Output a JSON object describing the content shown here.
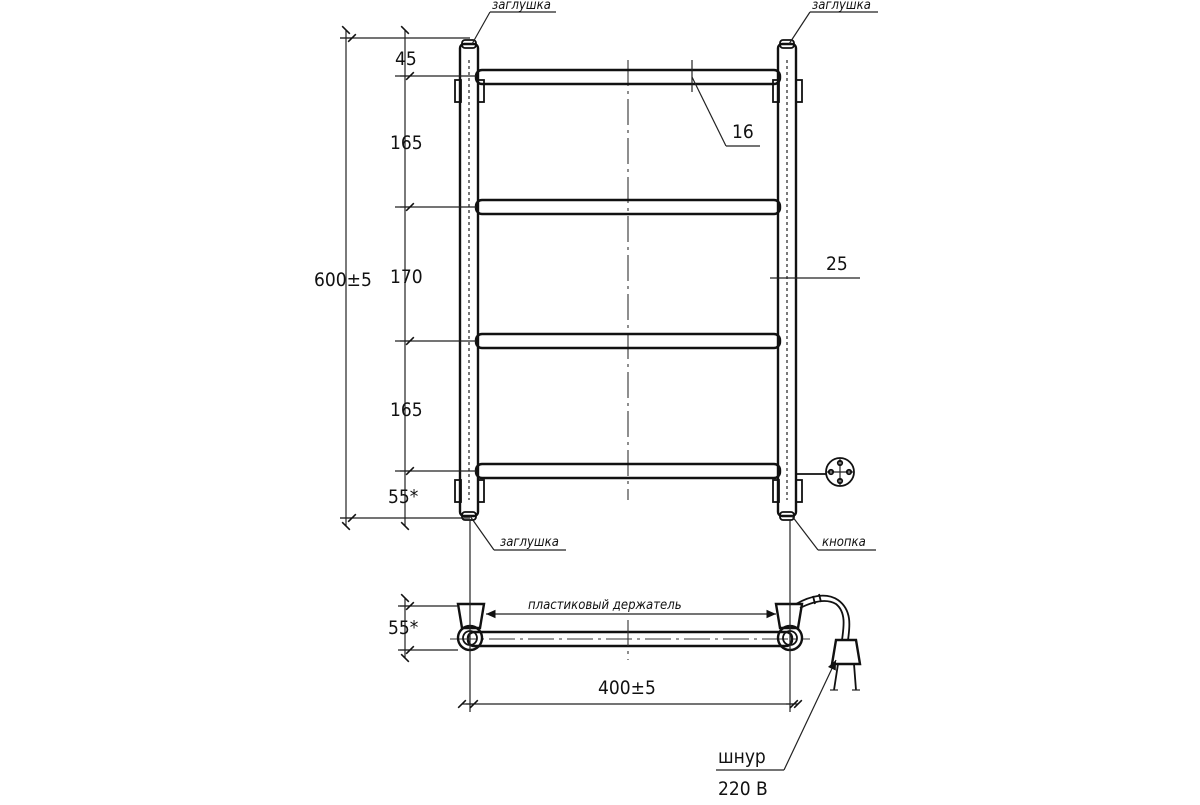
{
  "dimensions": {
    "top_offset": "45",
    "gap_1": "165",
    "gap_2": "170",
    "gap_3": "165",
    "bottom_offset": "55*",
    "total_height": "600±5",
    "rail_diameter": "16",
    "post_diameter": "25",
    "depth": "55*",
    "width": "400±5"
  },
  "labels": {
    "cap_top_left": "заглушка",
    "cap_top_right": "заглушка",
    "cap_bottom_left": "заглушка",
    "button": "кнопка",
    "holder": "пластиковый держатель",
    "cord": "шнур",
    "voltage": "220 В"
  },
  "colors": {
    "line": "#111111",
    "background": "#ffffff"
  }
}
